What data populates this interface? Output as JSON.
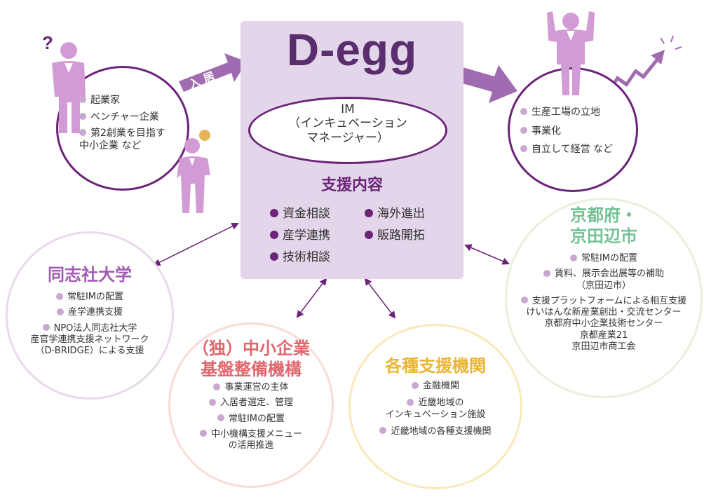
{
  "center": {
    "title": "D-egg",
    "im_lines": [
      "IM",
      "（インキュベーション",
      "マネージャー）"
    ],
    "support_title": "支援内容",
    "support_col1": [
      "資金相談",
      "産学連携",
      "技術相談"
    ],
    "support_col2": [
      "海外進出",
      "販路開拓"
    ]
  },
  "entry_label": "入居",
  "entrants": {
    "items": [
      "起業家",
      "ベンチャー企業",
      "第2創業を目指す\n中小企業 など"
    ]
  },
  "outcomes": {
    "items": [
      "生産工場の立地",
      "事業化",
      "自立して経営 など"
    ]
  },
  "doshisha": {
    "title": "同志社大学",
    "items": [
      "常駐IMの配置",
      "産学連携支援",
      "NPO法人同志社大学\n産官学連携支援ネットワーク\n（D-BRIDGE）による支援"
    ]
  },
  "smrj": {
    "title": "（独）中小企業\n基盤整備機構",
    "items": [
      "事業運営の主体",
      "入居者選定、管理",
      "常駐IMの配置",
      "中小機構支援メニュー\nの活用推進"
    ]
  },
  "support_orgs": {
    "title": "各種支援機関",
    "items": [
      "金融機関",
      "近畿地域の\nインキュベーション施設",
      "近畿地域の各種支援機関"
    ]
  },
  "kyoto": {
    "title": "京都府・\n京田辺市",
    "items": [
      "常駐IMの配置",
      "賃料、展示会出展等の補助\n（京田辺市）",
      "支援プラットフォームによる相互支援\nけいはんな新産業創出・交流センター\n京都府中小企業技術センター\n京都産業21\n京田辺市商工会"
    ]
  },
  "colors": {
    "primary_purple": "#6b2478",
    "box_bg": "#e4d6ea",
    "figure_pink": "#d39bd5",
    "arrow_purple": "#a06bb0",
    "doshisha": "#a05cb0",
    "smrj": "#e0676e",
    "support_orgs": "#ebb435",
    "kyoto": "#72c194"
  }
}
